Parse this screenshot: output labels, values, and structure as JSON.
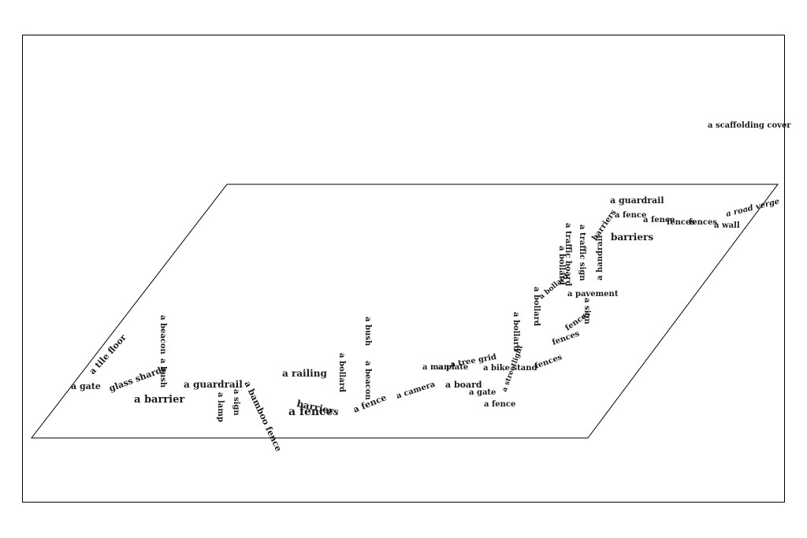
{
  "labels": [
    {
      "id": "l1",
      "text": "a gate"
    },
    {
      "id": "l2",
      "text": "a tile floor"
    },
    {
      "id": "l3",
      "text": "glass shards"
    },
    {
      "id": "l4",
      "text": "a barrier"
    },
    {
      "id": "l5",
      "text": "a guardrail"
    },
    {
      "id": "l6",
      "text": "a beacon"
    },
    {
      "id": "l7",
      "text": "a bush"
    },
    {
      "id": "l8",
      "text": "a railing"
    },
    {
      "id": "l9",
      "text": "a bollard"
    },
    {
      "id": "l10",
      "text": "a bush"
    },
    {
      "id": "l11",
      "text": "a beacon"
    },
    {
      "id": "l12",
      "text": "a lamp"
    },
    {
      "id": "l13",
      "text": "a sign"
    },
    {
      "id": "l14",
      "text": "a bamboo fence"
    },
    {
      "id": "l15",
      "text": "a fence"
    },
    {
      "id": "l16",
      "text": "barriers"
    },
    {
      "id": "l17",
      "text": "a fence"
    },
    {
      "id": "l18",
      "text": "a camera"
    },
    {
      "id": "l19",
      "text": "a man"
    },
    {
      "id": "l20",
      "text": "a plate"
    },
    {
      "id": "l21",
      "text": "a tree grid"
    },
    {
      "id": "l22",
      "text": "a board"
    },
    {
      "id": "l23",
      "text": "a gate"
    },
    {
      "id": "l24",
      "text": "a bike stand"
    },
    {
      "id": "l25",
      "text": "a fence"
    },
    {
      "id": "l26",
      "text": "a bollard"
    },
    {
      "id": "l27",
      "text": "a streetlight"
    },
    {
      "id": "l28",
      "text": "fences"
    },
    {
      "id": "l29",
      "text": "fences"
    },
    {
      "id": "l30",
      "text": "fences"
    },
    {
      "id": "l31",
      "text": "a bollard"
    },
    {
      "id": "l32",
      "text": "a bollard"
    },
    {
      "id": "l33",
      "text": "a pavement"
    },
    {
      "id": "l34",
      "text": "a sign"
    },
    {
      "id": "l35",
      "text": "a handrail"
    },
    {
      "id": "l36",
      "text": "a bollard"
    },
    {
      "id": "l37",
      "text": "a traffic board"
    },
    {
      "id": "l38",
      "text": "a traffic sign"
    },
    {
      "id": "l39",
      "text": "barriers"
    },
    {
      "id": "l40",
      "text": "barriers"
    },
    {
      "id": "l41",
      "text": "a guardrail"
    },
    {
      "id": "l42",
      "text": "a fence"
    },
    {
      "id": "l43",
      "text": "a fence"
    },
    {
      "id": "l44",
      "text": "fences"
    },
    {
      "id": "l45",
      "text": "fences"
    },
    {
      "id": "l46",
      "text": "a road verge"
    },
    {
      "id": "l47",
      "text": "a wall"
    },
    {
      "id": "l48",
      "text": "a scaffolding cover"
    }
  ]
}
